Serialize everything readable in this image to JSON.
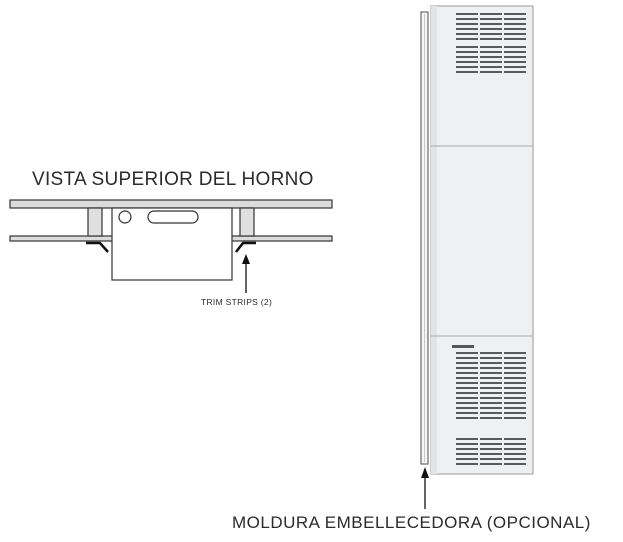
{
  "diagram": {
    "title": "VISTA SUPERIOR DEL HORNO",
    "trim_label": "TRIM STRIPS (2)",
    "trim_molding_label": "MOLDURA EMBELLECEDORA (OPCIONAL)"
  },
  "icons": [
    "arrow-up-icon",
    "arrow-up-icon"
  ],
  "colors": {
    "outline": "#333333",
    "panel_fill": "#dcdcdc",
    "furnace_body": "#eef0f1",
    "grille": "#5a5a5a"
  }
}
